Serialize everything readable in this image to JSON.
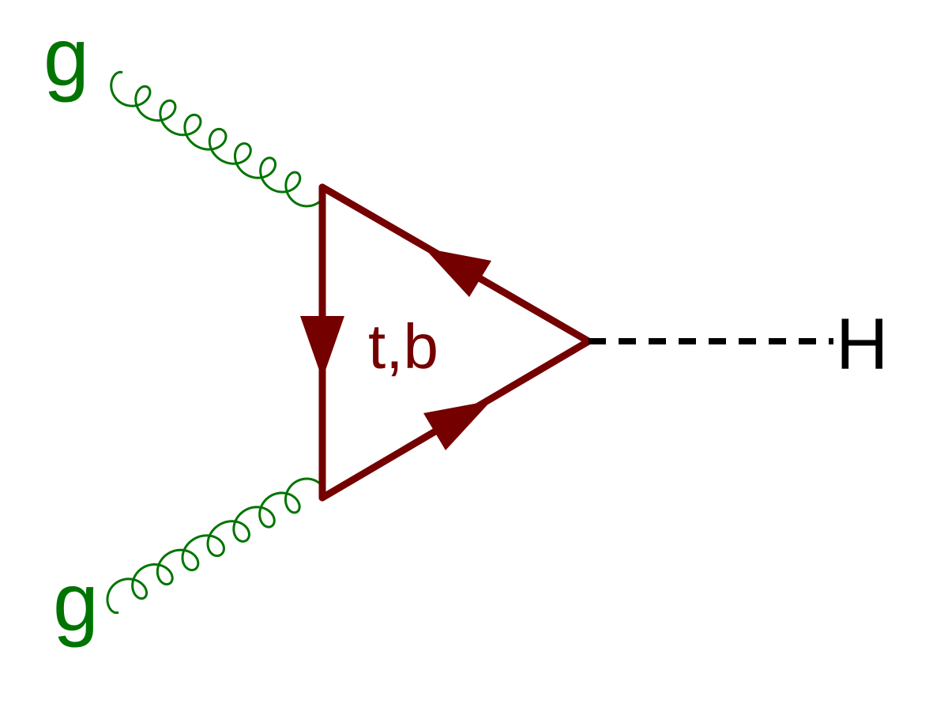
{
  "diagram": {
    "particles": {
      "gluon_top": "g",
      "gluon_bottom": "g",
      "loop_quarks": "t,b",
      "higgs": "H"
    },
    "colors": {
      "gluon": "#007400",
      "quark_loop": "#740000",
      "higgs_line": "#000000",
      "higgs_label": "#000000"
    }
  }
}
